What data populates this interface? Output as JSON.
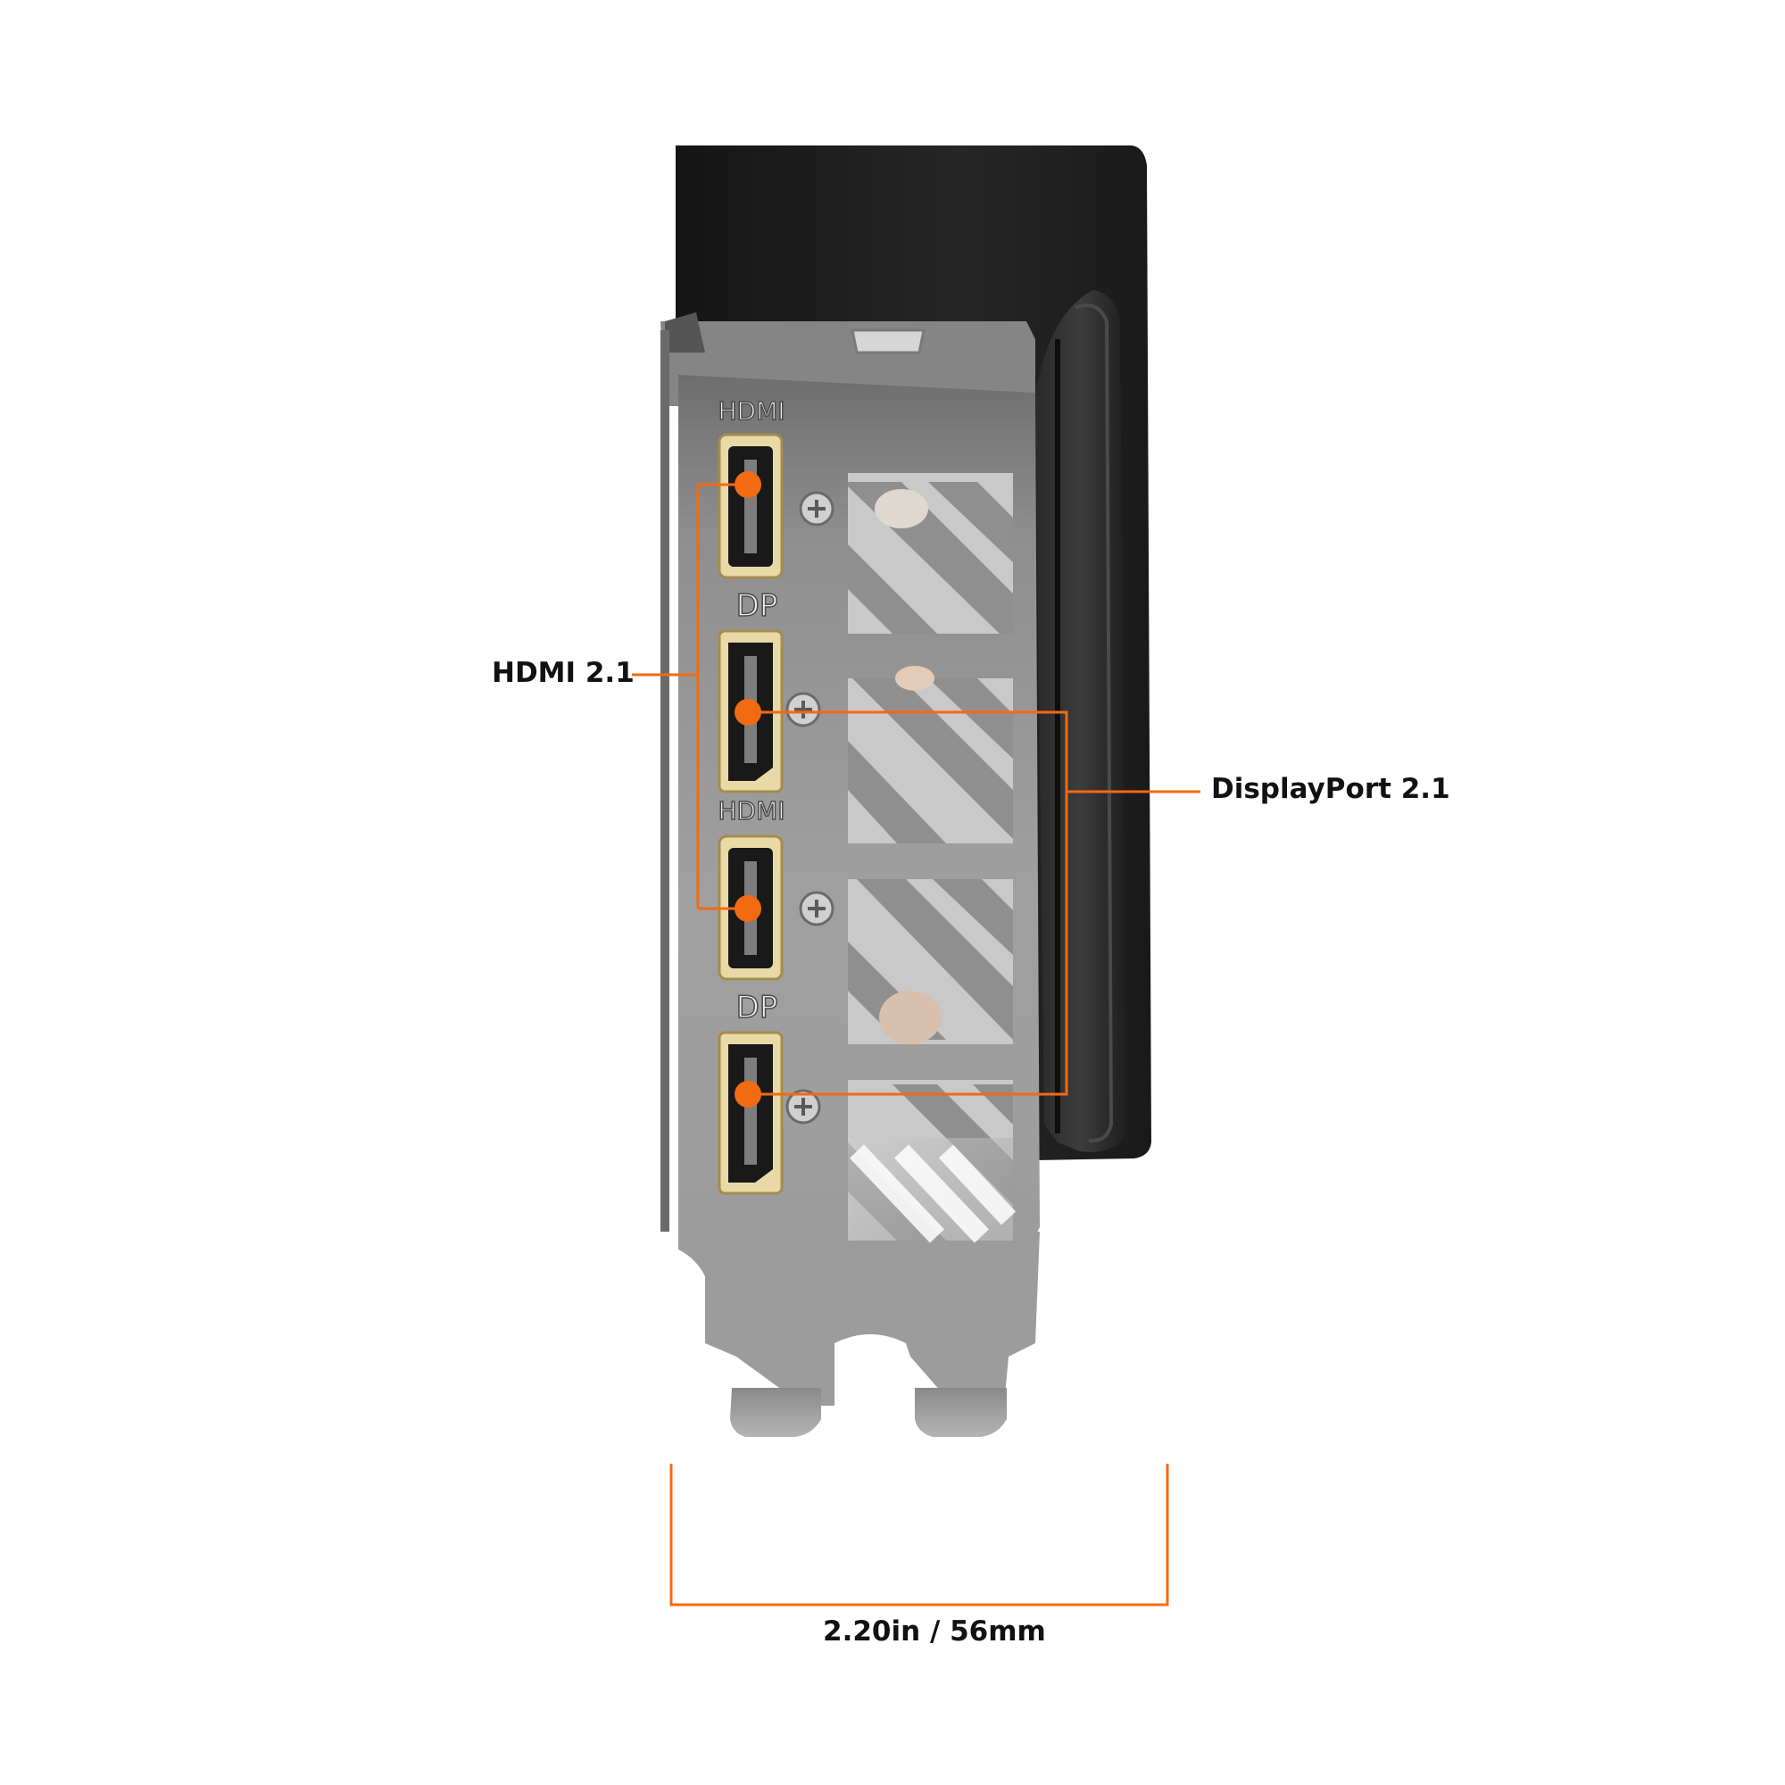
{
  "image": {
    "subject": "graphics card I/O bracket, rear view",
    "accent_color": "#f26a12",
    "bracket_color": "#9a9a9a",
    "shroud_color": "#1c1c1c"
  },
  "connectors": [
    {
      "id": "port-1",
      "type": "HDMI",
      "label": "HDMI"
    },
    {
      "id": "port-2",
      "type": "DP",
      "label": "DP"
    },
    {
      "id": "port-3",
      "type": "HDMI",
      "label": "HDMI"
    },
    {
      "id": "port-4",
      "type": "DP",
      "label": "DP"
    }
  ],
  "callouts": {
    "hdmi": "HDMI 2.1",
    "displayport": "DisplayPort 2.1"
  },
  "dimension": {
    "label": "2.20in / 56mm"
  }
}
